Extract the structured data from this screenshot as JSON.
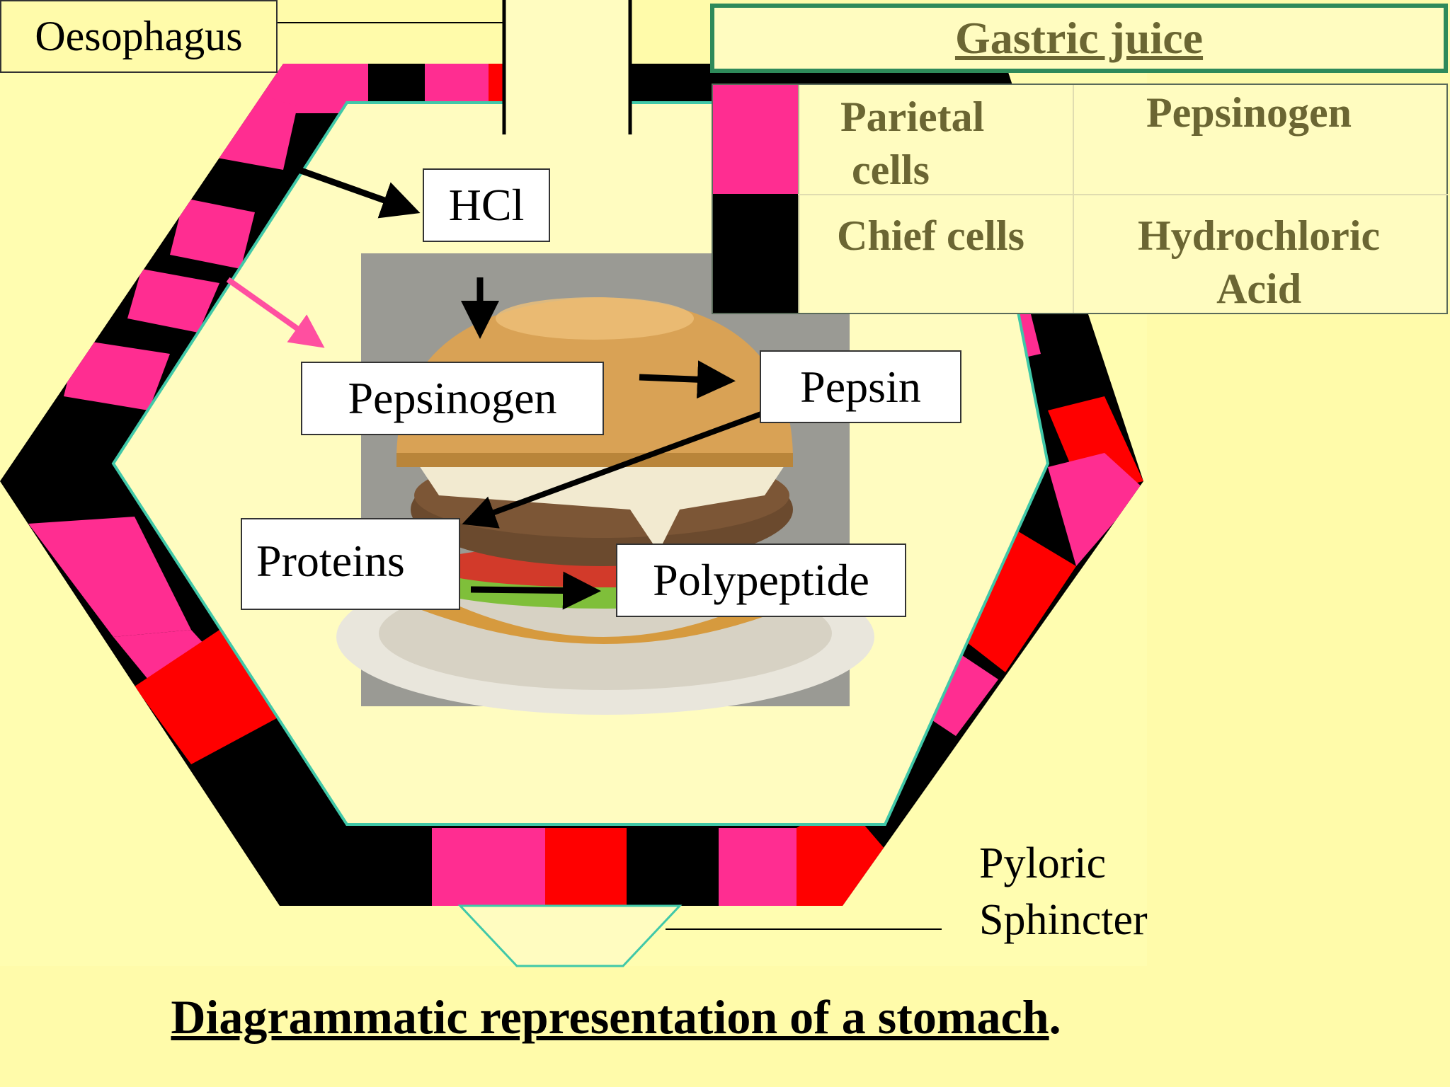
{
  "labels": {
    "oesophagus": "Oesophagus",
    "hcl": "HCl",
    "pepsinogen": "Pepsinogen",
    "pepsin": "Pepsin",
    "proteins": "Proteins",
    "polypeptide": "Polypeptide",
    "pyloric_line1": "Pyloric",
    "pyloric_line2": "Sphincter"
  },
  "gastric_juice": {
    "title": "Gastric juice",
    "rows": [
      {
        "cell_label_1": "Parietal",
        "cell_label_2": "cells",
        "product": "Pepsinogen",
        "swatch_color": "#ff2d91"
      },
      {
        "cell_label_1": "Chief cells",
        "cell_label_2": "",
        "product_1": "Hydrochloric",
        "product_2": "Acid",
        "swatch_color": "#000000"
      }
    ]
  },
  "caption": {
    "main": "Diagrammatic representation of a stomach",
    "end": "."
  },
  "colors": {
    "background": "#fffbaa",
    "inner": "#fffcc0",
    "wall_pink": "#ff2d91",
    "wall_black": "#000000",
    "wall_red": "#ff0000",
    "wall_edge": "#40c8a8",
    "table_text": "#6b6633",
    "header_border": "#2e8a5a",
    "pink_arrow": "#ff4fa0"
  }
}
